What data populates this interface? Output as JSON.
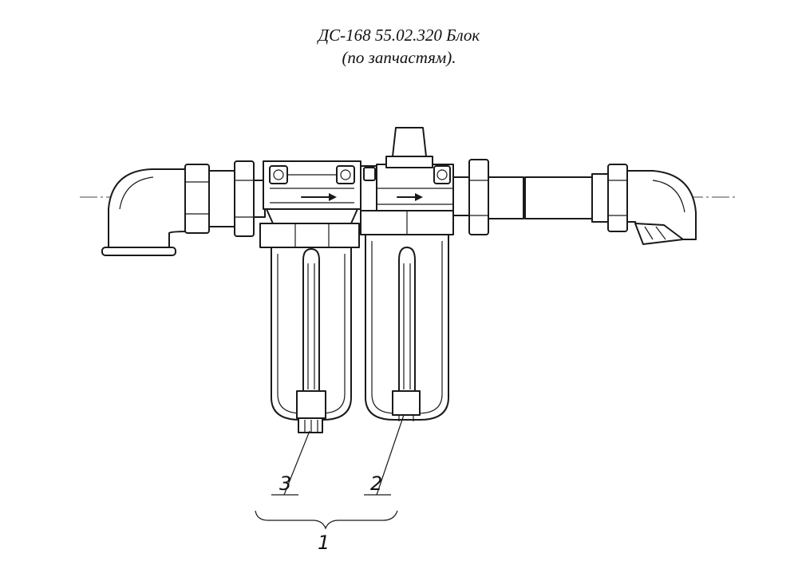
{
  "title": {
    "line1": "ДС-168 55.02.320 Блок",
    "line2": "(по запчастям)."
  },
  "callouts": {
    "part_3": "3",
    "part_2": "2",
    "assembly_1": "1"
  }
}
